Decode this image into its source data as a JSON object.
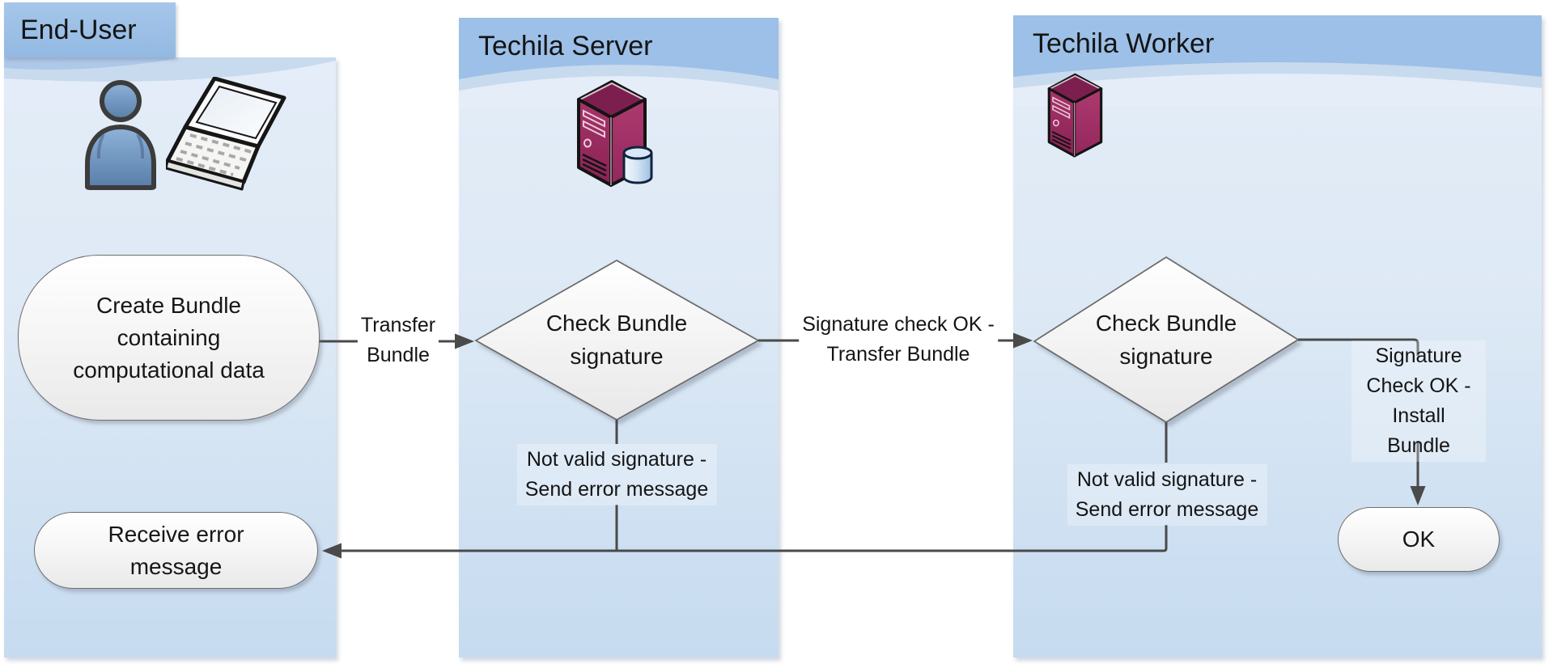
{
  "diagram": {
    "lanes": [
      {
        "title": "End-User",
        "icons": [
          "person-icon",
          "laptop-icon"
        ]
      },
      {
        "title": "Techila Server",
        "icons": [
          "server-tower-with-database-icon"
        ]
      },
      {
        "title": "Techila Worker",
        "icons": [
          "server-tower-icon"
        ]
      }
    ],
    "nodes": {
      "create_bundle": "Create Bundle\ncontaining\ncomputational data",
      "server_check": "Check Bundle\nsignature",
      "worker_check": "Check Bundle\nsignature",
      "receive_error": "Receive error\nmessage",
      "ok": "OK"
    },
    "edge_labels": {
      "transfer_bundle": "Transfer\nBundle",
      "signature_ok_transfer": "Signature check OK -\nTransfer Bundle",
      "signature_ok_install": "Signature Check OK -\nInstall Bundle",
      "server_invalid": "Not valid signature -\nSend error message",
      "worker_invalid": "Not valid signature -\nSend error message"
    },
    "colors": {
      "header_blue": "#9cc0e7",
      "band_blue": "#c8daee",
      "lane_body_top": "#e4edf8",
      "lane_body_bottom": "#c6dbf0",
      "connector": "#4a4a4a",
      "node_border": "#6e6e6e",
      "tower_maroon": "#9b2d60",
      "person_blue": "#6f9ac6",
      "database_blue": "#cfe2f4"
    }
  }
}
